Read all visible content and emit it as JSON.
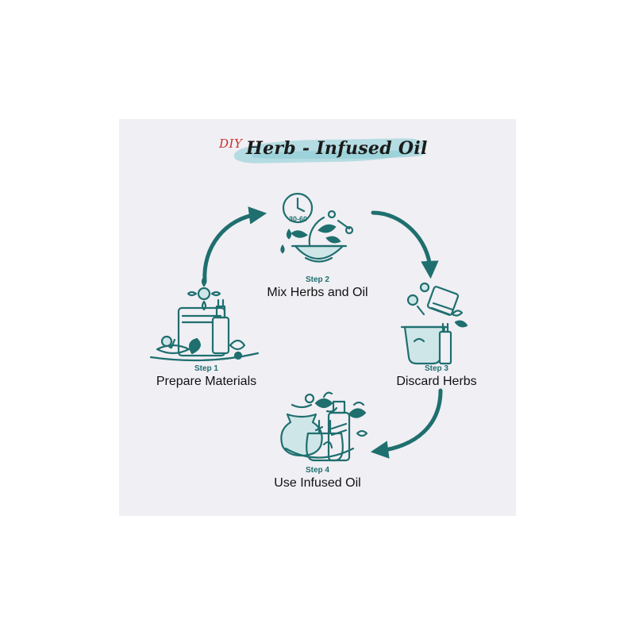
{
  "title": {
    "prefix": "DIY",
    "main": "Herb - Infused Oil"
  },
  "timer": "30-60",
  "steps": [
    {
      "number": "Step 1",
      "label": "Prepare Materials"
    },
    {
      "number": "Step 2",
      "label": "Mix Herbs and Oil"
    },
    {
      "number": "Step 3",
      "label": "Discard Herbs"
    },
    {
      "number": "Step 4",
      "label": "Use Infused Oil"
    }
  ],
  "colors": {
    "accent": "#1f6f6f",
    "panel": "#f0eff4",
    "brush": "#a9d8de",
    "diy": "#c9302c"
  }
}
